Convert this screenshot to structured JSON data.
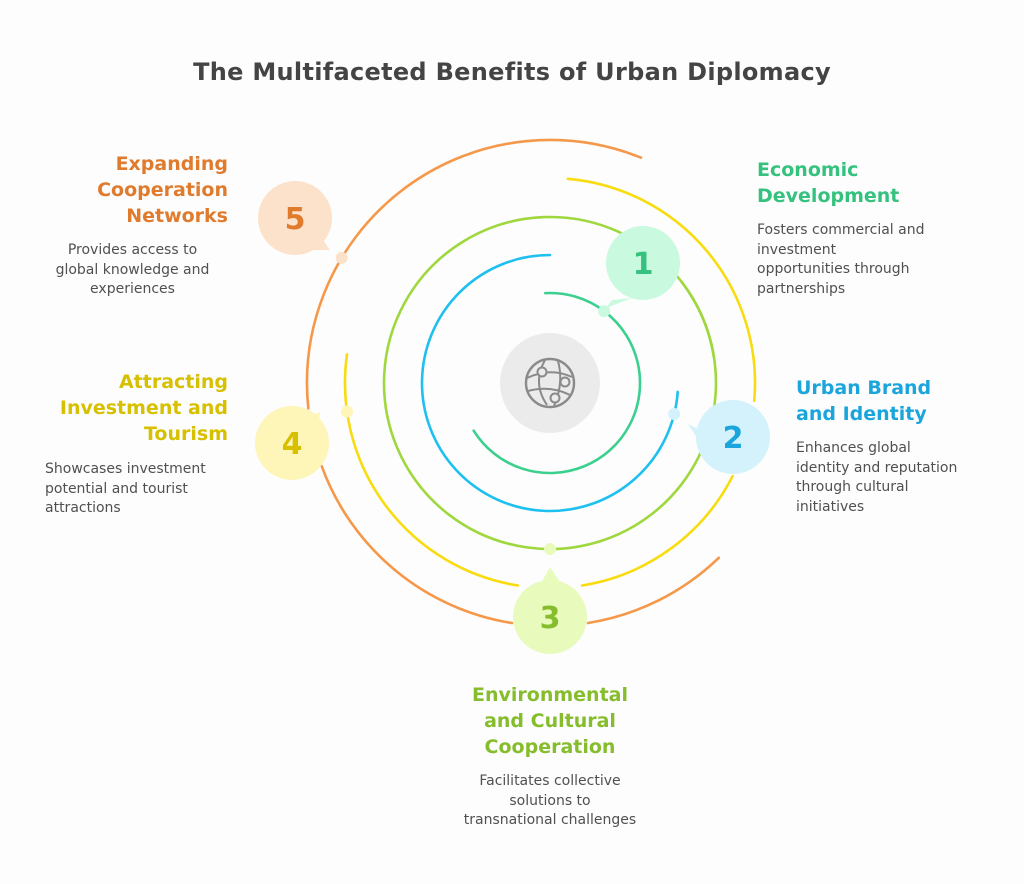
{
  "title": "The Multifaceted Benefits of Urban Diplomacy",
  "center_icon": "globe-network-icon",
  "colors": {
    "green": "#3ccf8e",
    "blue": "#1ec0f0",
    "lime": "#9fd83e",
    "yellow": "#f8dc10",
    "orange": "#f5984a"
  },
  "items": [
    {
      "number": "1",
      "heading": [
        "Economic",
        "Development"
      ],
      "desc": [
        "Fosters commercial and",
        "investment",
        "opportunities through",
        "partnerships"
      ],
      "color": "#34c27e",
      "fill": "#c9fadf"
    },
    {
      "number": "2",
      "heading": [
        "Urban Brand",
        "and Identity"
      ],
      "desc": [
        "Enhances global",
        "identity and reputation",
        "through cultural",
        "initiatives"
      ],
      "color": "#1aa5dc",
      "fill": "#d3f2fc"
    },
    {
      "number": "3",
      "heading": [
        "Environmental",
        "and Cultural",
        "Cooperation"
      ],
      "desc": [
        "Facilitates collective",
        "solutions to",
        "transnational challenges"
      ],
      "color": "#86bd2c",
      "fill": "#e8fbbd"
    },
    {
      "number": "4",
      "heading": [
        "Attracting",
        "Investment and",
        "Tourism"
      ],
      "desc": [
        "Showcases investment",
        "potential and tourist",
        "attractions"
      ],
      "color": "#d6c000",
      "fill": "#fef6b8"
    },
    {
      "number": "5",
      "heading": [
        "Expanding",
        "Cooperation",
        "Networks"
      ],
      "desc": [
        "Provides access to",
        "global knowledge and",
        "experiences"
      ],
      "color": "#e07b2e",
      "fill": "#fde2cb"
    }
  ]
}
